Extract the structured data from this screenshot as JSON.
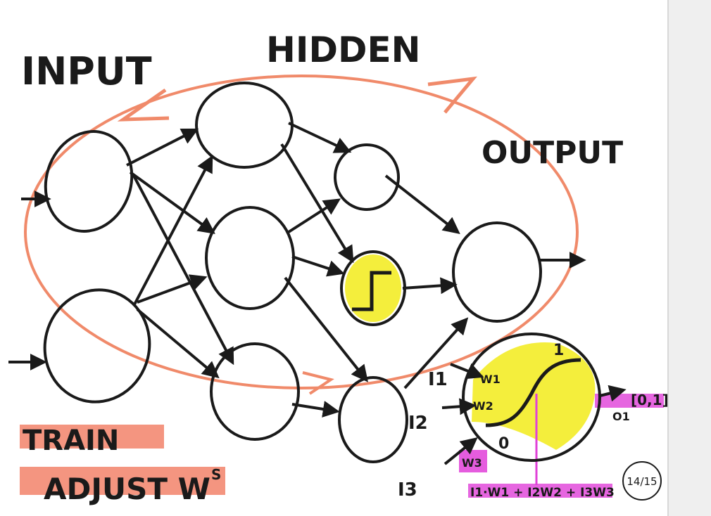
{
  "labels": {
    "input": "INPUT",
    "hidden": "HIDDEN",
    "output": "OUTPUT",
    "train": "TRAIN",
    "adjust": "ADJUST W",
    "adjust_sup": "S"
  },
  "neuron_detail": {
    "inputs": [
      "I1",
      "I2",
      "I3"
    ],
    "weights": [
      "W1",
      "W2",
      "W3"
    ],
    "range": "[0,1]",
    "output": "O1",
    "low": "0",
    "high": "1",
    "formula": "I1·W1 + I2W2 + I3W3"
  },
  "page_number": "14/15",
  "colors": {
    "ink": "#1a1a1a",
    "loop": "#f08a6a",
    "highlight": "#f4ee3c",
    "magenta": "#e040d8",
    "train_highlight": "#f2836a"
  }
}
